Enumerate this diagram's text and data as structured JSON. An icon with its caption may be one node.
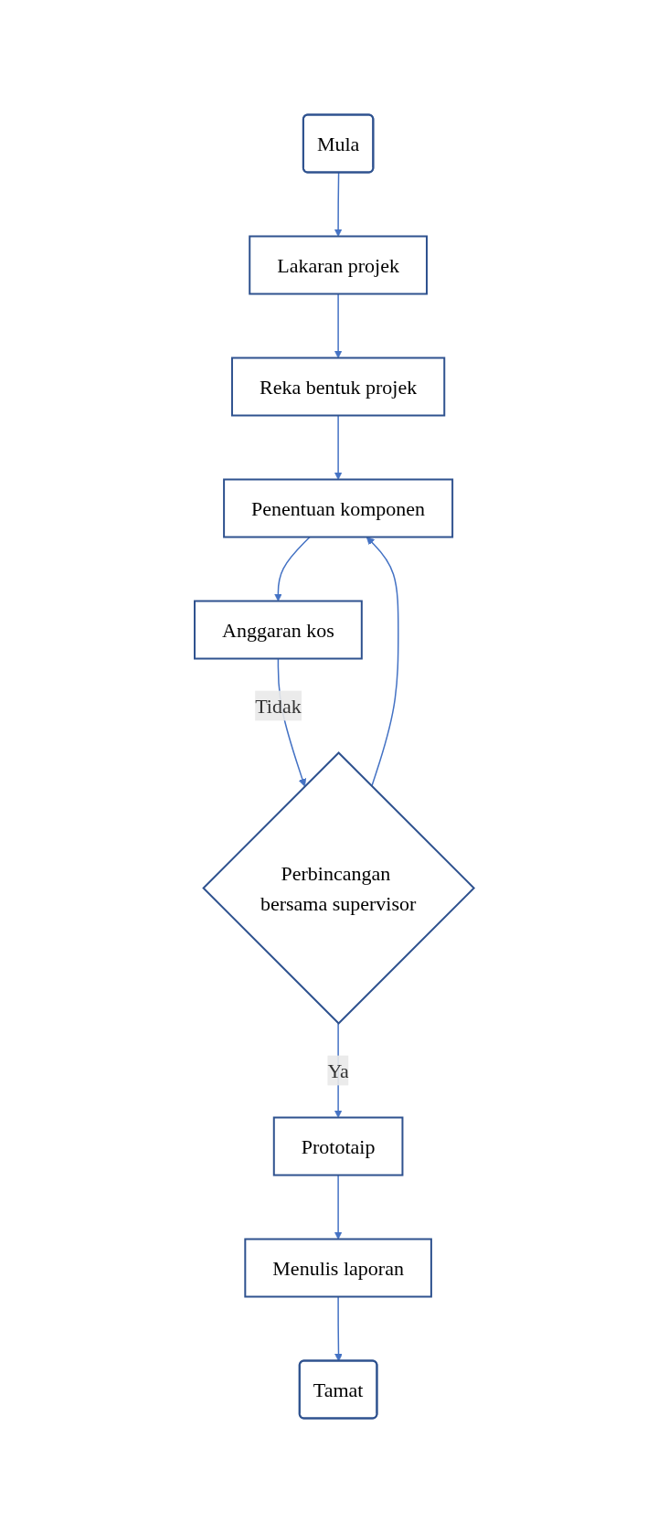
{
  "diagram": {
    "nodes": [
      {
        "text": [
          "Mula"
        ]
      },
      {
        "text": [
          "Lakaran projek"
        ]
      },
      {
        "text": [
          "Reka bentuk projek"
        ]
      },
      {
        "text": [
          "Penentuan komponen"
        ]
      },
      {
        "text": [
          "Anggaran kos"
        ]
      },
      {
        "text": [
          "Perbincangan bersama supervisor"
        ]
      },
      {
        "text": [
          "Prototaip"
        ]
      },
      {
        "text": [
          "Menulis laporan"
        ]
      },
      {
        "text": [
          "Tamat"
        ]
      }
    ],
    "edges": [
      {
        "from": 0,
        "to": 1,
        "arrow": "to"
      },
      {
        "from": 1,
        "to": 2,
        "arrow": "to"
      },
      {
        "from": 2,
        "to": 3,
        "arrow": "to"
      },
      {
        "from": 3,
        "to": 4,
        "arrow": "to"
      },
      {
        "from": 4,
        "to": 5,
        "arrow": "to",
        "label": "Tidak"
      },
      {
        "from": 5,
        "to": 6,
        "arrow": "to",
        "label": "Ya"
      },
      {
        "from": 6,
        "to": 7,
        "arrow": "to"
      },
      {
        "from": 7,
        "to": 8,
        "arrow": "to"
      },
      {
        "from": 5,
        "to": 3,
        "arrow": "to"
      }
    ]
  }
}
